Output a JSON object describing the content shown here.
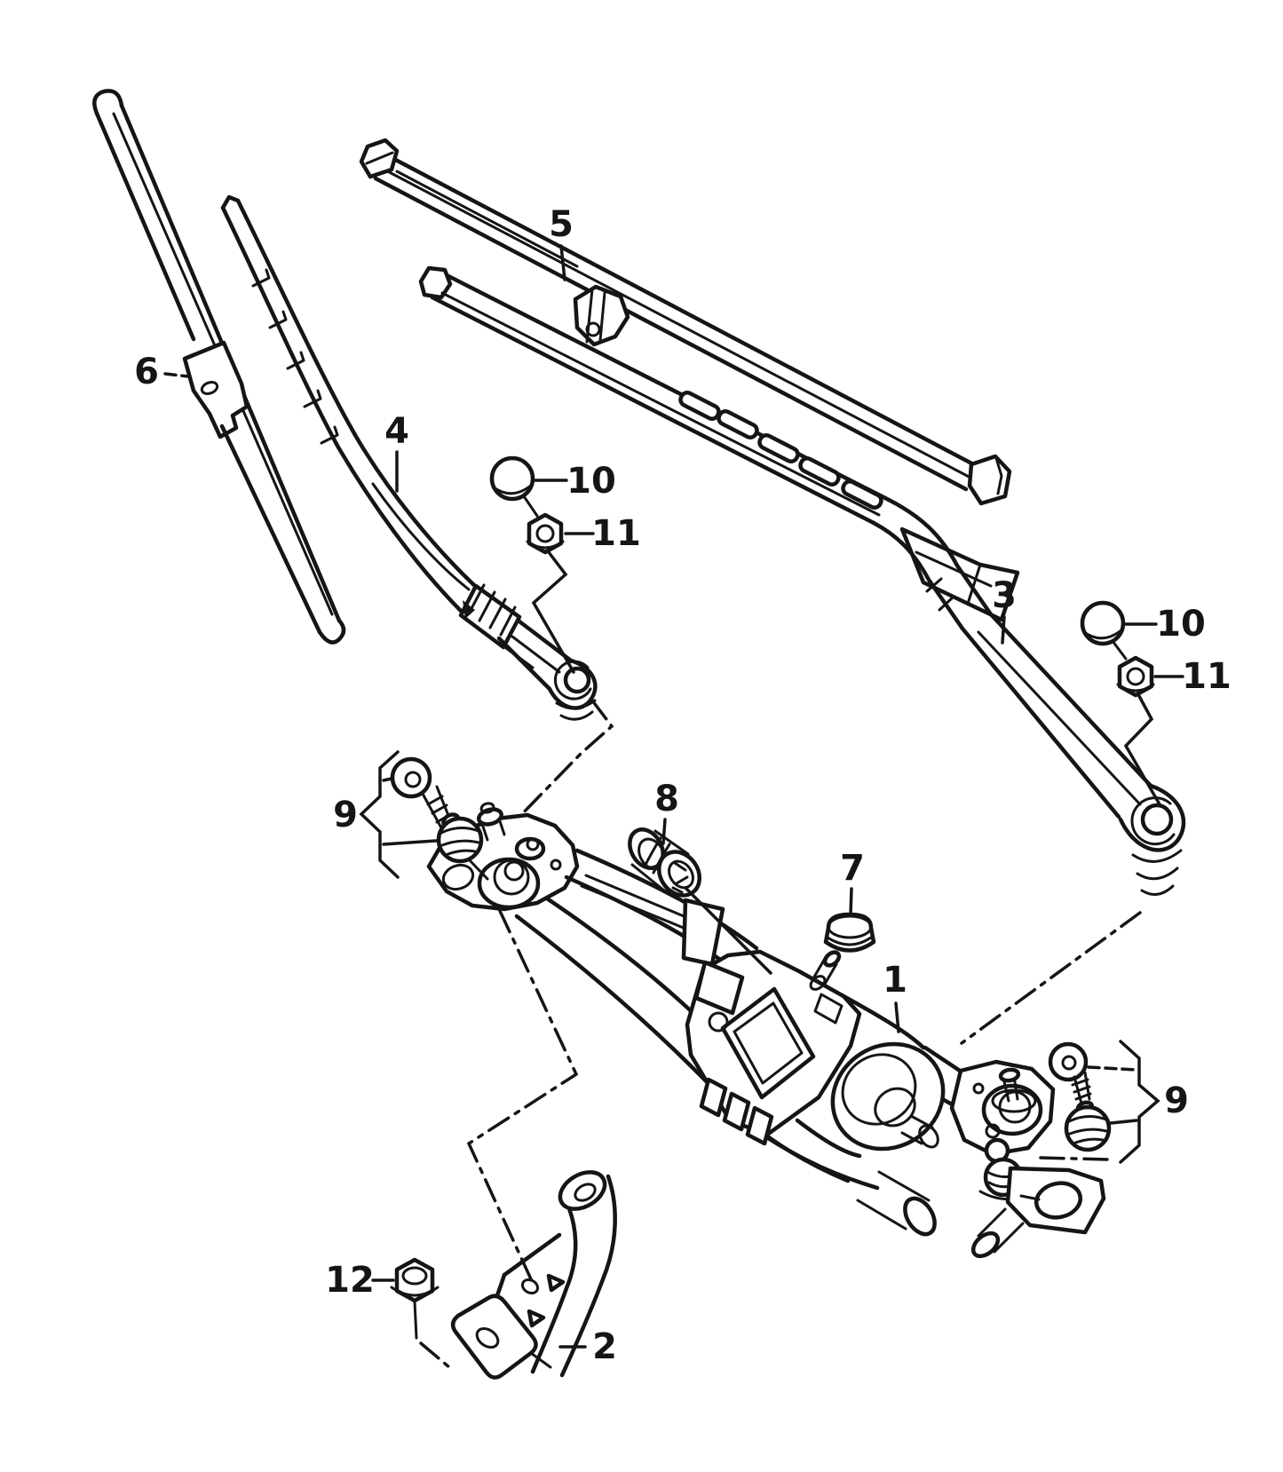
{
  "figure": {
    "kind": "exploded-parts-line-diagram",
    "background": "#ffffff",
    "ink": "#151515",
    "callouts": {
      "c1": {
        "label": "1"
      },
      "c2": {
        "label": "2"
      },
      "c3": {
        "label": "3"
      },
      "c4": {
        "label": "4"
      },
      "c5": {
        "label": "5"
      },
      "c6": {
        "label": "6"
      },
      "c7": {
        "label": "7"
      },
      "c8": {
        "label": "8"
      },
      "c9": {
        "label": "9"
      },
      "c10": {
        "label": "10"
      },
      "c11": {
        "label": "11"
      },
      "c12": {
        "label": "12"
      }
    }
  }
}
